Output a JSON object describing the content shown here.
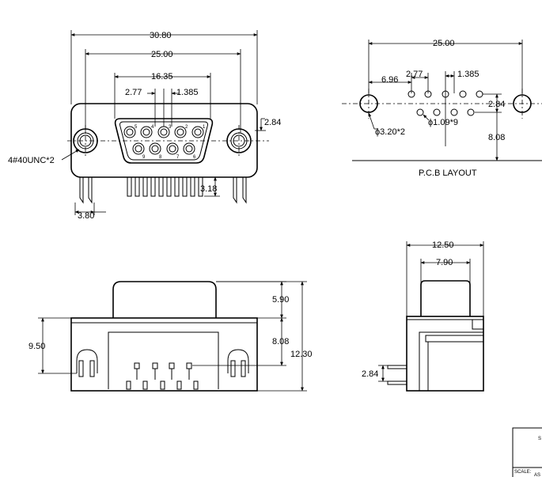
{
  "front_view": {
    "dim_overall_width": "30.80",
    "dim_mount_spacing": "25.00",
    "dim_shell_width": "16.35",
    "dim_pin_pitch": "2.77",
    "dim_half_pitch": "1.385",
    "dim_height_offset": "2.84",
    "dim_mount_thread": "4#40UNC*2",
    "dim_tail_length": "3.18",
    "dim_boardlock_spacing": "3.80",
    "pin_labels_top": [
      "5",
      "4",
      "3",
      "2",
      "1"
    ],
    "pin_labels_bottom": [
      "9",
      "8",
      "7",
      "6"
    ]
  },
  "pcb_layout": {
    "dim_mount_spacing": "25.00",
    "dim_edge_offset": "6.96",
    "dim_pin_pitch": "2.77",
    "dim_half_pitch": "1.385",
    "dim_row_offset": "2.84",
    "dim_mount_hole": "ϕ3.20*2",
    "dim_pin_hole": "ϕ1.09*9",
    "dim_board_edge": "8.08",
    "title": "P.C.B LAYOUT"
  },
  "top_view": {
    "dim_shell_depth": "9.50",
    "dim_shell_offset": "5.90",
    "dim_pin_row_offset": "8.08",
    "dim_total_depth": "12.30"
  },
  "side_view": {
    "dim_total_width": "12.50",
    "dim_shell_width": "7.90",
    "dim_pin_offset": "2.84"
  },
  "title_block": {
    "scale_label": "SCALE:",
    "scale_value": "AS",
    "sheet_label": "S"
  }
}
